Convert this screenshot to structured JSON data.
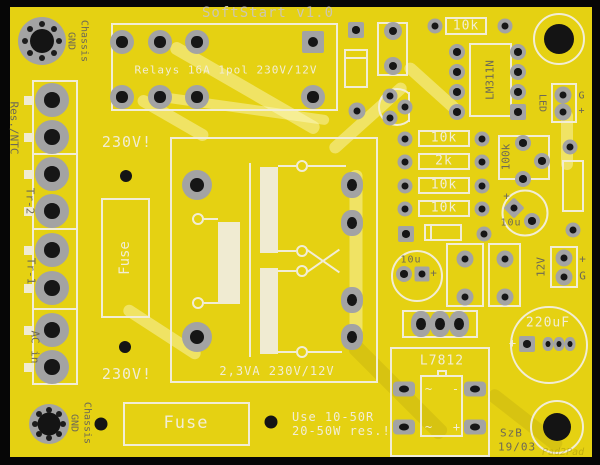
{
  "title": "SoftStart v1.0",
  "colors": {
    "board": "#e5d112",
    "pad": "#a3a3a3",
    "hole": "#161616",
    "silkscreen": "#f2edd5",
    "label_ink": "#6d6956",
    "background": "#060606"
  },
  "chassis_top": {
    "line1": "Chassis",
    "line2": "GND"
  },
  "chassis_bottom": {
    "line1": "Chassis",
    "line2": "GND"
  },
  "relay": {
    "label": "Relays 16A 1pol 230V/12V"
  },
  "warning_top": "230V!",
  "warning_bottom": "230V!",
  "left_connectors": {
    "res_ntc": "Res./NTC",
    "tr2": "Tr-2",
    "tr1": "Tr-1",
    "ac_in": "AC in"
  },
  "fuse_vertical": "Fuse",
  "fuse_bottom": "Fuse",
  "transformer": {
    "rating": "2,3VA 230V/12V"
  },
  "resistor_top": "10k",
  "resistors": {
    "r1": "10k",
    "r2": "2k",
    "r3": "10k",
    "r4": "10k",
    "pot": "100k"
  },
  "ic": {
    "name": "LM311N"
  },
  "led": {
    "label": "LED",
    "pin_top": "G",
    "pin_bottom": "+"
  },
  "v12": {
    "label": "12V",
    "pin_top": "+",
    "pin_bottom": "G"
  },
  "cap_10u_right": {
    "label": "10u",
    "plus": "+"
  },
  "cap_10u_mid": {
    "label": "10u",
    "plus": "+"
  },
  "cap_220uf": {
    "label": "220uF",
    "plus": "+"
  },
  "regulator": {
    "name": "L7812",
    "ac1": "~",
    "minus": "-",
    "ac2": "~",
    "plus": "+"
  },
  "note": {
    "line1": "Use 10-50R",
    "line2": "20-50W res.!"
  },
  "author": {
    "name": "SzB",
    "date": "19/03"
  },
  "watermark": "Pad2Pad"
}
